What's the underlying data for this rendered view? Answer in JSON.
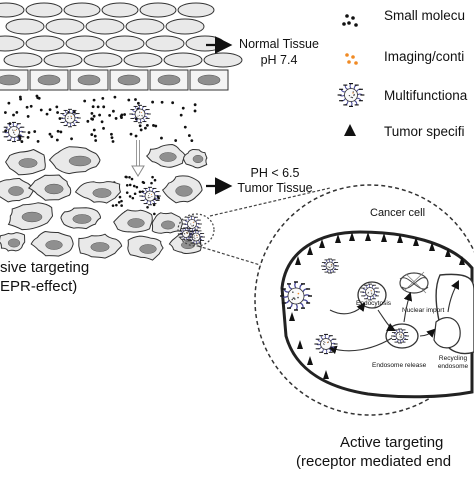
{
  "normal_tissue": {
    "name": "Normal Tissue",
    "ph": "pH 7.4"
  },
  "tumor_tissue": {
    "ph": "PH < 6.5",
    "name": "Tumor Tissue"
  },
  "legend": {
    "small_molecule": "Small molecu",
    "imaging": "Imaging/conti",
    "multifunctional": "Multifunctiona",
    "tumor_specific": "Tumor specifi"
  },
  "passive": {
    "line1": "sive targeting",
    "line2": "EPR-effect)"
  },
  "cancer_cell": {
    "title": "Cancer cell",
    "endocytosis": "Endocytosis",
    "nuclear_import": "Nuclear import",
    "recycling_line1": "Recycling",
    "recycling_line2": "endosome",
    "endosome_release": "Endosome release"
  },
  "active": {
    "line1": "Active targeting",
    "line2": "(receptor mediated end"
  },
  "colors": {
    "cell_fill": "#e9e9e9",
    "nucleus": "#8f8f8f",
    "stroke": "#333333",
    "nanoparticle_arm": "#4a4a9a",
    "imaging_dot": "#f08a24"
  }
}
